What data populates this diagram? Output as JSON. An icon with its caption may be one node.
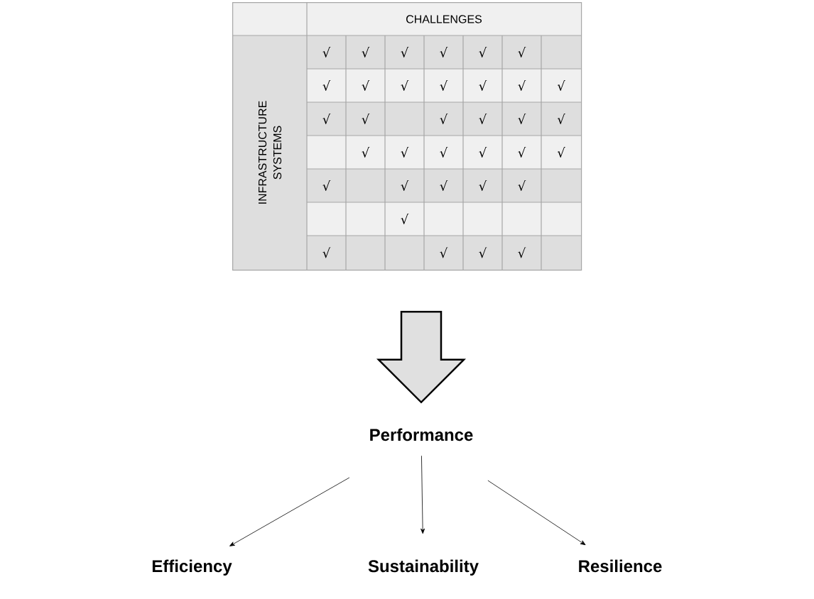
{
  "diagram": {
    "nodes": [
      {
        "text": [
          "CHALLENGES",
          "INFRASTRUCTURE SYSTEMS"
        ]
      },
      {
        "text": [
          "Performance"
        ]
      },
      {
        "text": [
          "Efficiency"
        ]
      },
      {
        "text": [
          "Sustainability"
        ]
      },
      {
        "text": [
          "Resilience"
        ]
      }
    ],
    "edges": [
      {
        "from": 0,
        "to": 1,
        "arrow": "to",
        "style": "thick"
      },
      {
        "from": 1,
        "to": 2,
        "arrow": "to"
      },
      {
        "from": 1,
        "to": 3,
        "arrow": "to"
      },
      {
        "from": 1,
        "to": 4,
        "arrow": "to"
      }
    ],
    "labels": [
      "√",
      "√",
      "√",
      "√",
      "√",
      "√",
      "√",
      "√",
      "√",
      "√",
      "√",
      "√",
      "√",
      "√",
      "√",
      "√",
      "√",
      "√",
      "√",
      "√",
      "√",
      "√",
      "√",
      "√",
      "√",
      "√",
      "√",
      "√",
      "√",
      "√",
      "√",
      "√",
      "√",
      "√",
      "√"
    ]
  }
}
